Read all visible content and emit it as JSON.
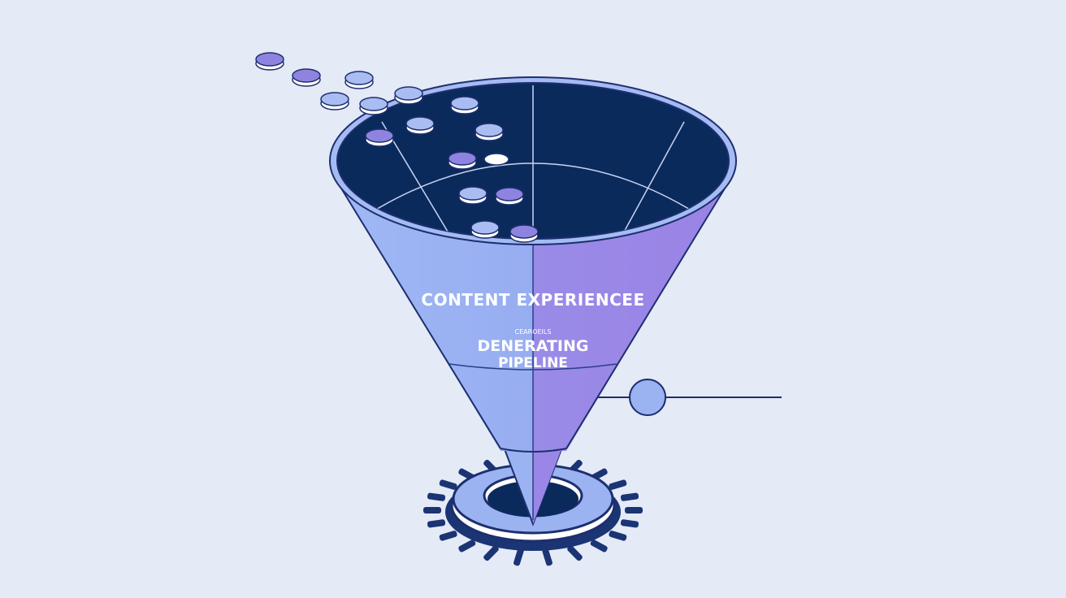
{
  "diagram": {
    "title": "CONTENT EXPERIENCEE",
    "small_label": "CEAROEILS",
    "subtitle_line1": "DENERATING",
    "subtitle_line2": "PIPELINE"
  },
  "colors": {
    "background": "#e4eaf6",
    "navy": "#0b2a5c",
    "funnel_left": "#9cb3f2",
    "funnel_right": "#9986e6",
    "token_blue": "#a9bdf3",
    "token_purple": "#8f83e0",
    "outline": "#1d2f6e"
  },
  "icons": {
    "gear": "gear-icon",
    "connector": "connector-node-icon"
  }
}
